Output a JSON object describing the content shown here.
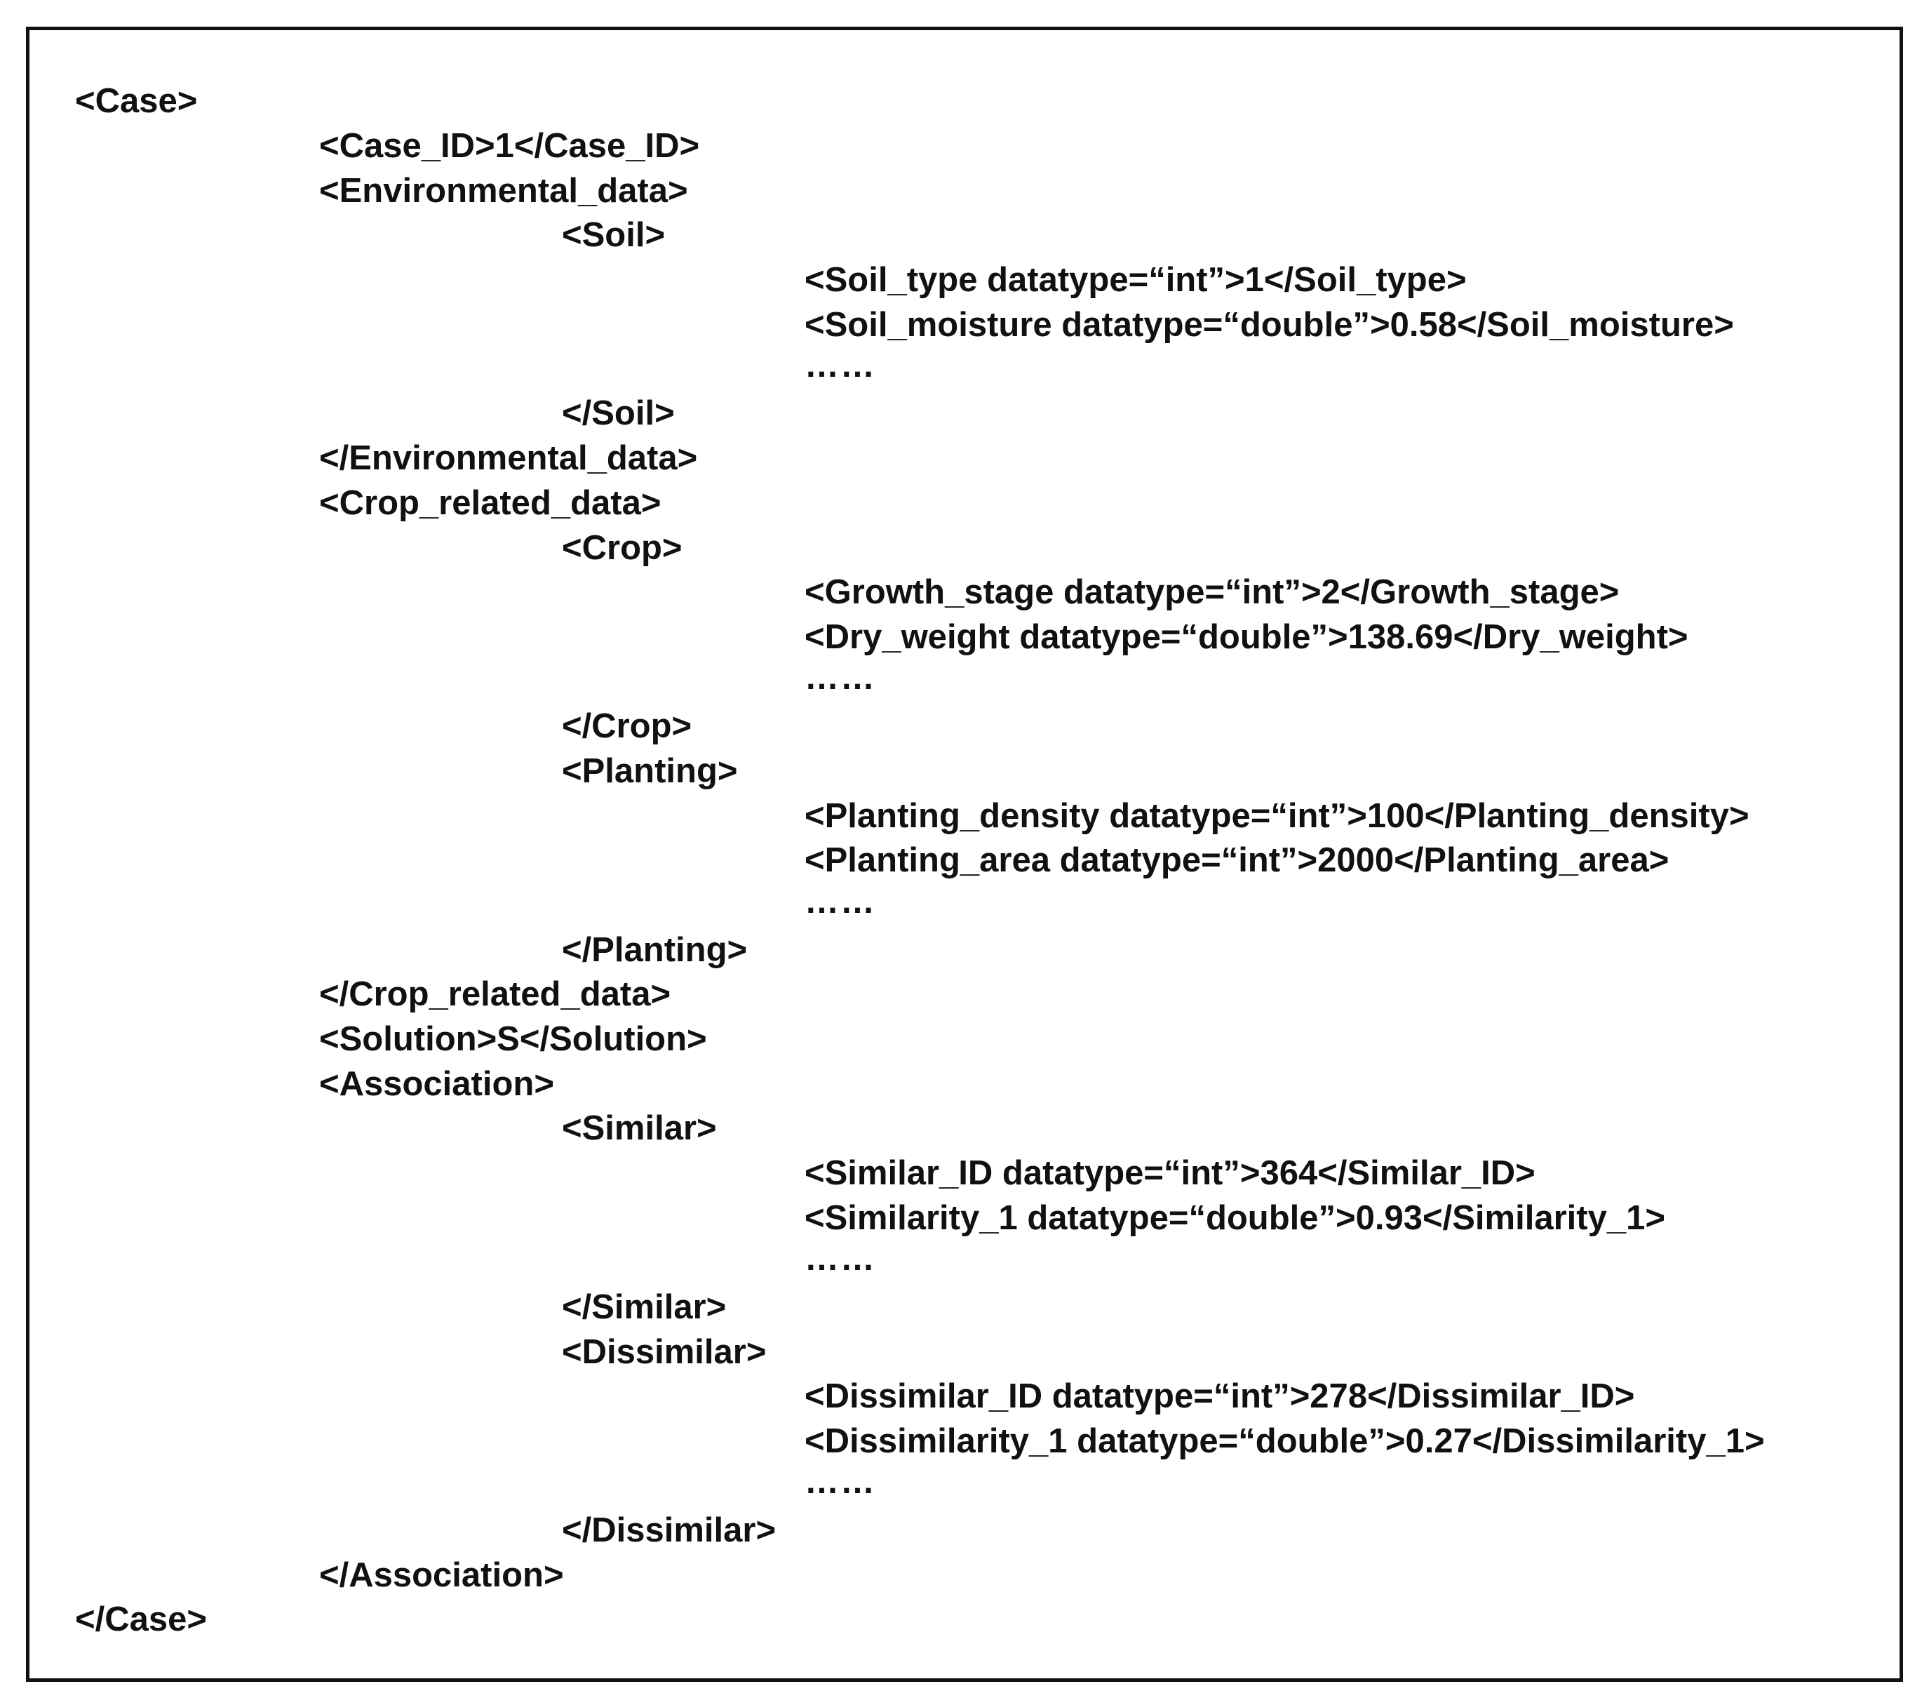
{
  "document": {
    "lines": [
      "<Case>",
      "<Case_ID>1</Case_ID>",
      "<Environmental_data>",
      "<Soil>",
      "<Soil_type datatype=“int”>1</Soil_type>",
      "<Soil_moisture datatype=“double”>0.58</Soil_moisture>",
      "……",
      "</Soil>",
      "</Environmental_data>",
      "<Crop_related_data>",
      "<Crop>",
      "<Growth_stage datatype=“int”>2</Growth_stage>",
      "<Dry_weight datatype=“double”>138.69</Dry_weight>",
      "……",
      "</Crop>",
      "<Planting>",
      "<Planting_density datatype=“int”>100</Planting_density>",
      "<Planting_area datatype=“int”>2000</Planting_area>",
      "……",
      "</Planting>",
      "</Crop_related_data>",
      "<Solution>S</Solution>",
      "<Association>",
      "<Similar>",
      "<Similar_ID datatype=“int”>364</Similar_ID>",
      "<Similarity_1 datatype=“double”>0.93</Similarity_1>",
      "……",
      "</Similar>",
      "<Dissimilar>",
      "<Dissimilar_ID datatype=“int”>278</Dissimilar_ID>",
      "<Dissimilarity_1 datatype=“double”>0.27</Dissimilarity_1>",
      "……",
      "</Dissimilar>",
      "</Association>",
      "</Case>"
    ]
  }
}
